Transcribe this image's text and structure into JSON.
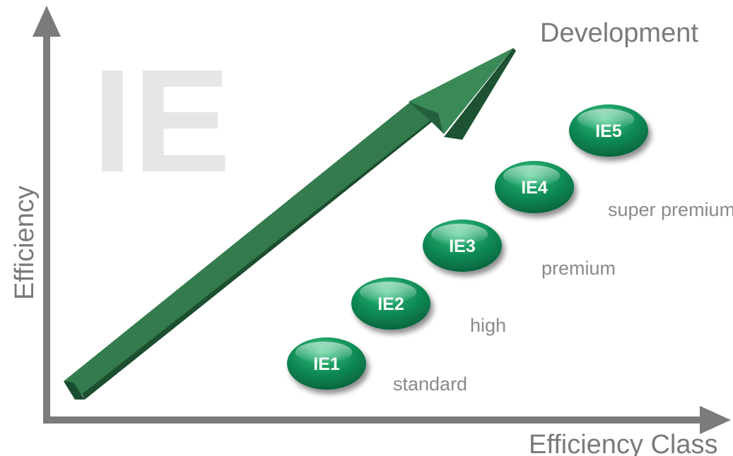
{
  "watermark": "IE",
  "axes": {
    "y_label": "Efficiency",
    "x_label": "Efficiency Class"
  },
  "arrow_label": "Development",
  "classes": [
    {
      "code": "IE1",
      "description": "standard"
    },
    {
      "code": "IE2",
      "description": "high"
    },
    {
      "code": "IE3",
      "description": "premium"
    },
    {
      "code": "IE4",
      "description": "super premium"
    },
    {
      "code": "IE5",
      "description": ""
    }
  ],
  "colors": {
    "axis": "#7b7b7b",
    "arrow_green": "#2f7a4c",
    "badge_green": "#0b8052",
    "watermark": "#e6e6e6"
  }
}
